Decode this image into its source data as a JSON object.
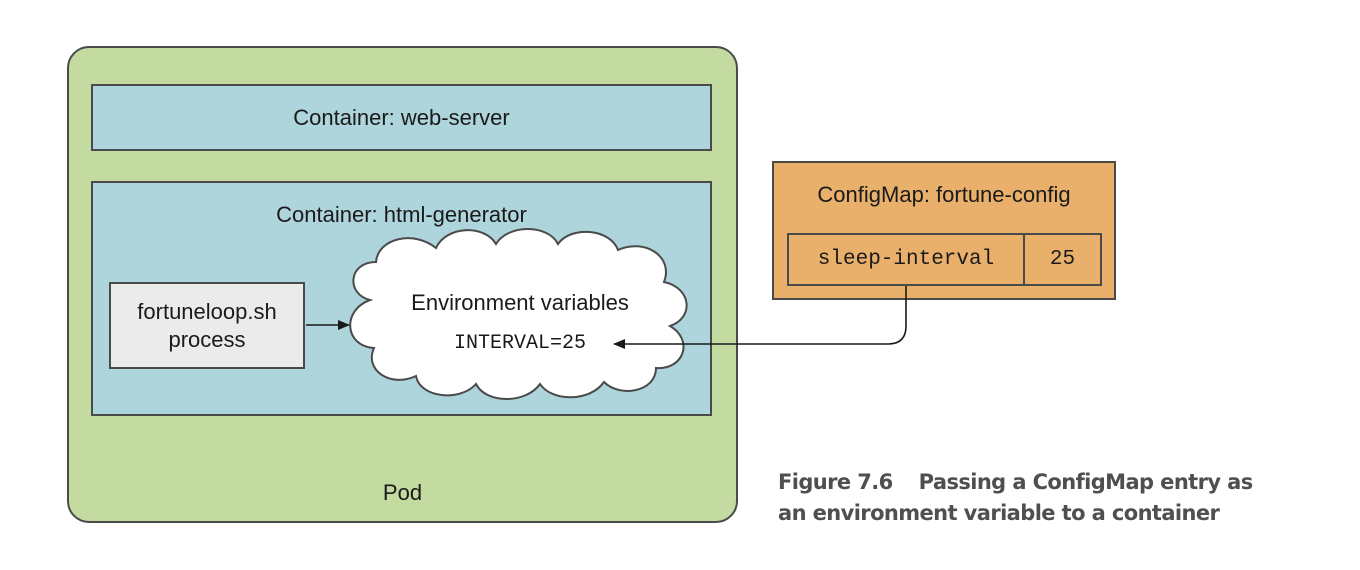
{
  "pod": {
    "label": "Pod"
  },
  "containers": {
    "web_server": {
      "label": "Container: web-server"
    },
    "html_generator": {
      "label": "Container: html-generator"
    }
  },
  "process": {
    "line1": "fortuneloop.sh",
    "line2": "process"
  },
  "environment": {
    "title": "Environment variables",
    "variable": "INTERVAL=25"
  },
  "configmap": {
    "label": "ConfigMap: fortune-config",
    "entry_key": "sleep-interval",
    "entry_value": "25"
  },
  "caption": {
    "figure_number": "Figure 7.6",
    "line1_text": "Passing a ConfigMap entry as",
    "line2_text": "an environment variable to a container"
  },
  "colors": {
    "pod_fill": "#c3daa0",
    "container_fill": "#aed4dc",
    "process_fill": "#ebebeb",
    "configmap_fill": "#e9b06b",
    "stroke": "#4a4a4a"
  }
}
